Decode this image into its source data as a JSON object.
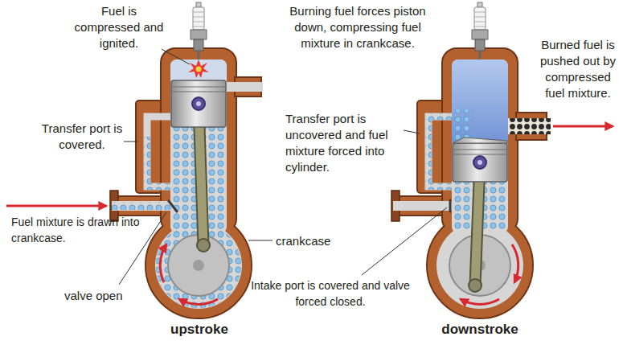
{
  "diagram": {
    "labels": [
      "Fuel is compressed and ignited.",
      "Burning fuel forces piston down, compressing fuel mixture in crankcase.",
      "Burned fuel is pushed out by compressed fuel mixture.",
      "Transfer port is covered.",
      "Transfer port is uncovered and fuel mixture forced into cylinder.",
      "Fuel mixture is drawn into crankcase.",
      "crankcase",
      "valve open",
      "Intake port is covered and valve forced closed.",
      "upstroke",
      "downstroke"
    ]
  }
}
